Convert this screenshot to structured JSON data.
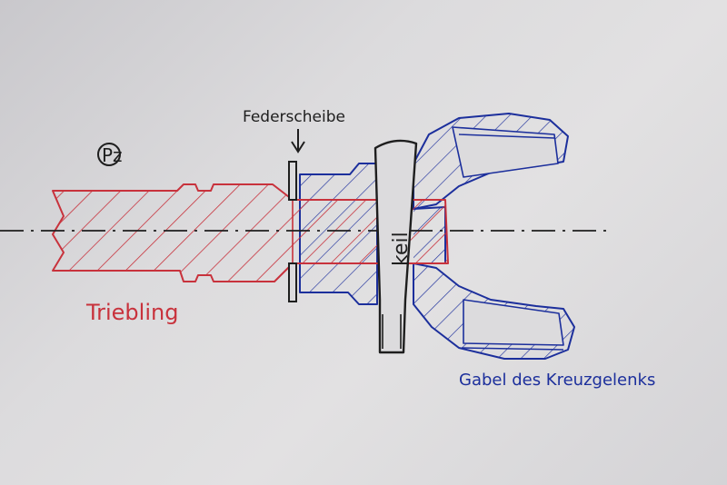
{
  "labels": {
    "federscheibe": "Federscheibe",
    "symbol": "Pz",
    "keil": "keil",
    "triebling": "Triebling",
    "gabel": "Gabel des Kreuzgelenks"
  },
  "colors": {
    "paper": "#dcdbdd",
    "triebling_red": "#c8323c",
    "gabel_blue": "#1c2f9c",
    "ink_black": "#1e1e1e"
  }
}
